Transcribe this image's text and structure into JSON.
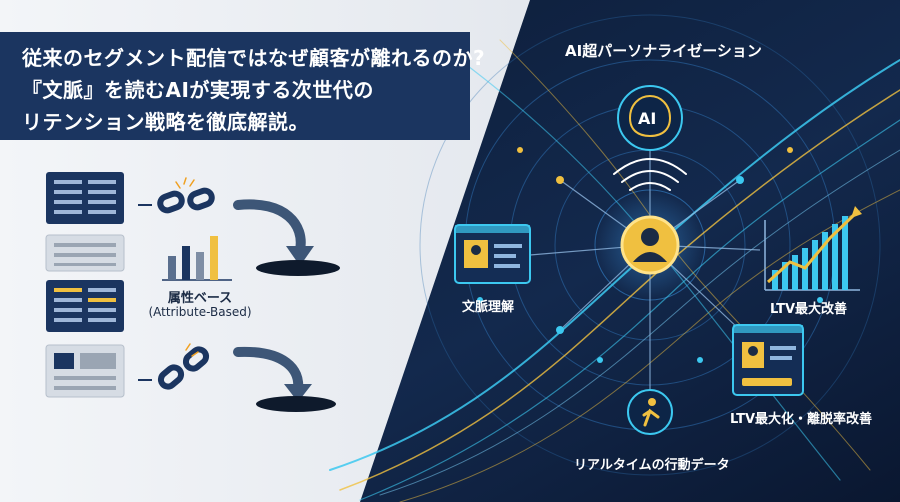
{
  "headline": {
    "line1": "従来のセグメント配信ではなぜ顧客が離れるのか?",
    "line2": "『文脈』を読むAIが実現する次世代の",
    "line3": "リテンション戦略を徹底解説。"
  },
  "left": {
    "attribute_label": "属性ベース",
    "attribute_label_en": "(Attribute-Based)"
  },
  "right": {
    "title": "AI超パーソナライゼーション",
    "ai_badge": "AI",
    "context_label": "文脈理解",
    "ltv_label": "LTV最大改善",
    "ltv_churn_label": "LTV最大化・離脱率改善",
    "realtime_label": "リアルタイムの行動データ"
  },
  "colors": {
    "navy": "#1b3560",
    "gold": "#f0c040",
    "cyan": "#3cc8f0",
    "light_panel": "#eef1f5"
  }
}
